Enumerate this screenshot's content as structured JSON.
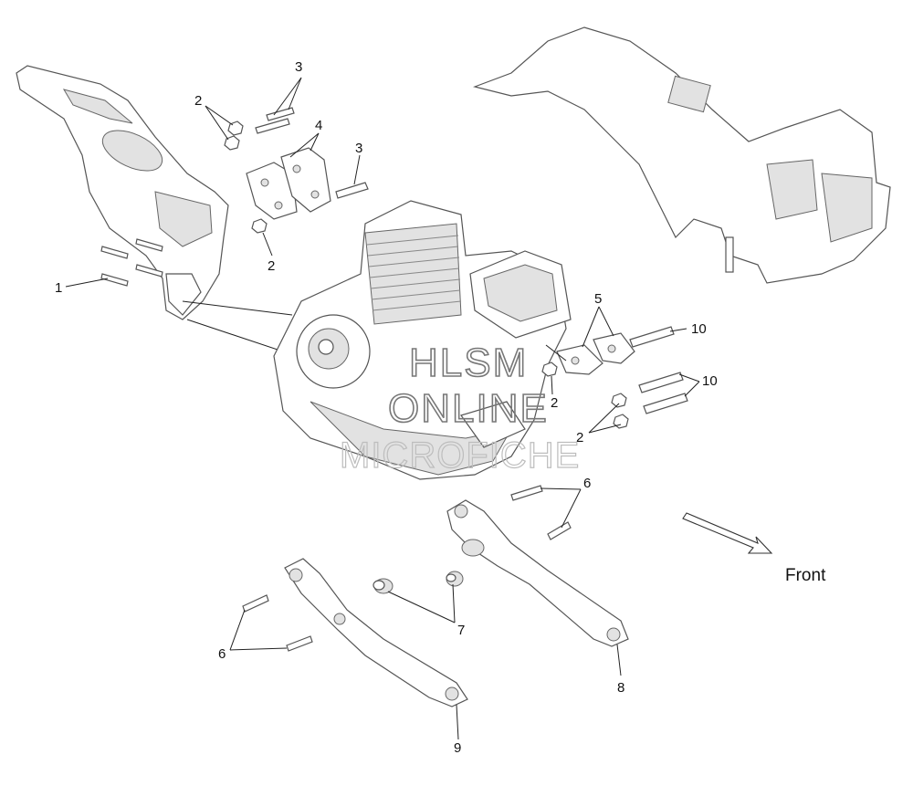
{
  "diagram": {
    "callouts": [
      {
        "id": "c1",
        "label": "1"
      },
      {
        "id": "c2a",
        "label": "2"
      },
      {
        "id": "c2b",
        "label": "2"
      },
      {
        "id": "c2c",
        "label": "2"
      },
      {
        "id": "c2d",
        "label": "2"
      },
      {
        "id": "c3a",
        "label": "3"
      },
      {
        "id": "c3b",
        "label": "3"
      },
      {
        "id": "c4",
        "label": "4"
      },
      {
        "id": "c5",
        "label": "5"
      },
      {
        "id": "c6a",
        "label": "6"
      },
      {
        "id": "c6b",
        "label": "6"
      },
      {
        "id": "c7",
        "label": "7"
      },
      {
        "id": "c8",
        "label": "8"
      },
      {
        "id": "c9",
        "label": "9"
      },
      {
        "id": "c10a",
        "label": "10"
      },
      {
        "id": "c10b",
        "label": "10"
      }
    ],
    "front_label": "Front",
    "watermark": {
      "line1": "HLSM",
      "line2": "ONLINE",
      "line3": "MICROFICHE"
    }
  }
}
